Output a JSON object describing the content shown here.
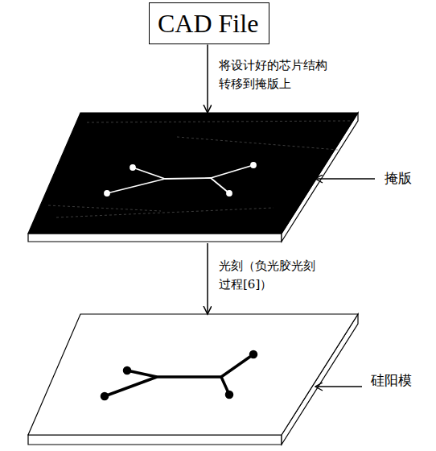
{
  "diagram": {
    "nodes": [
      {
        "text": [
          "CAD File"
        ]
      },
      {
        "text": [
          "掩版"
        ]
      },
      {
        "text": [
          "硅阳模"
        ]
      }
    ],
    "edges": [
      {
        "from": 0,
        "to": 1,
        "arrow": "to",
        "label": "将设计好的芯片结构 转移到掩版上"
      },
      {
        "from": 1,
        "to": 2,
        "arrow": "to",
        "label": "光刻（负光胶光刻 过程[6]）"
      }
    ]
  }
}
